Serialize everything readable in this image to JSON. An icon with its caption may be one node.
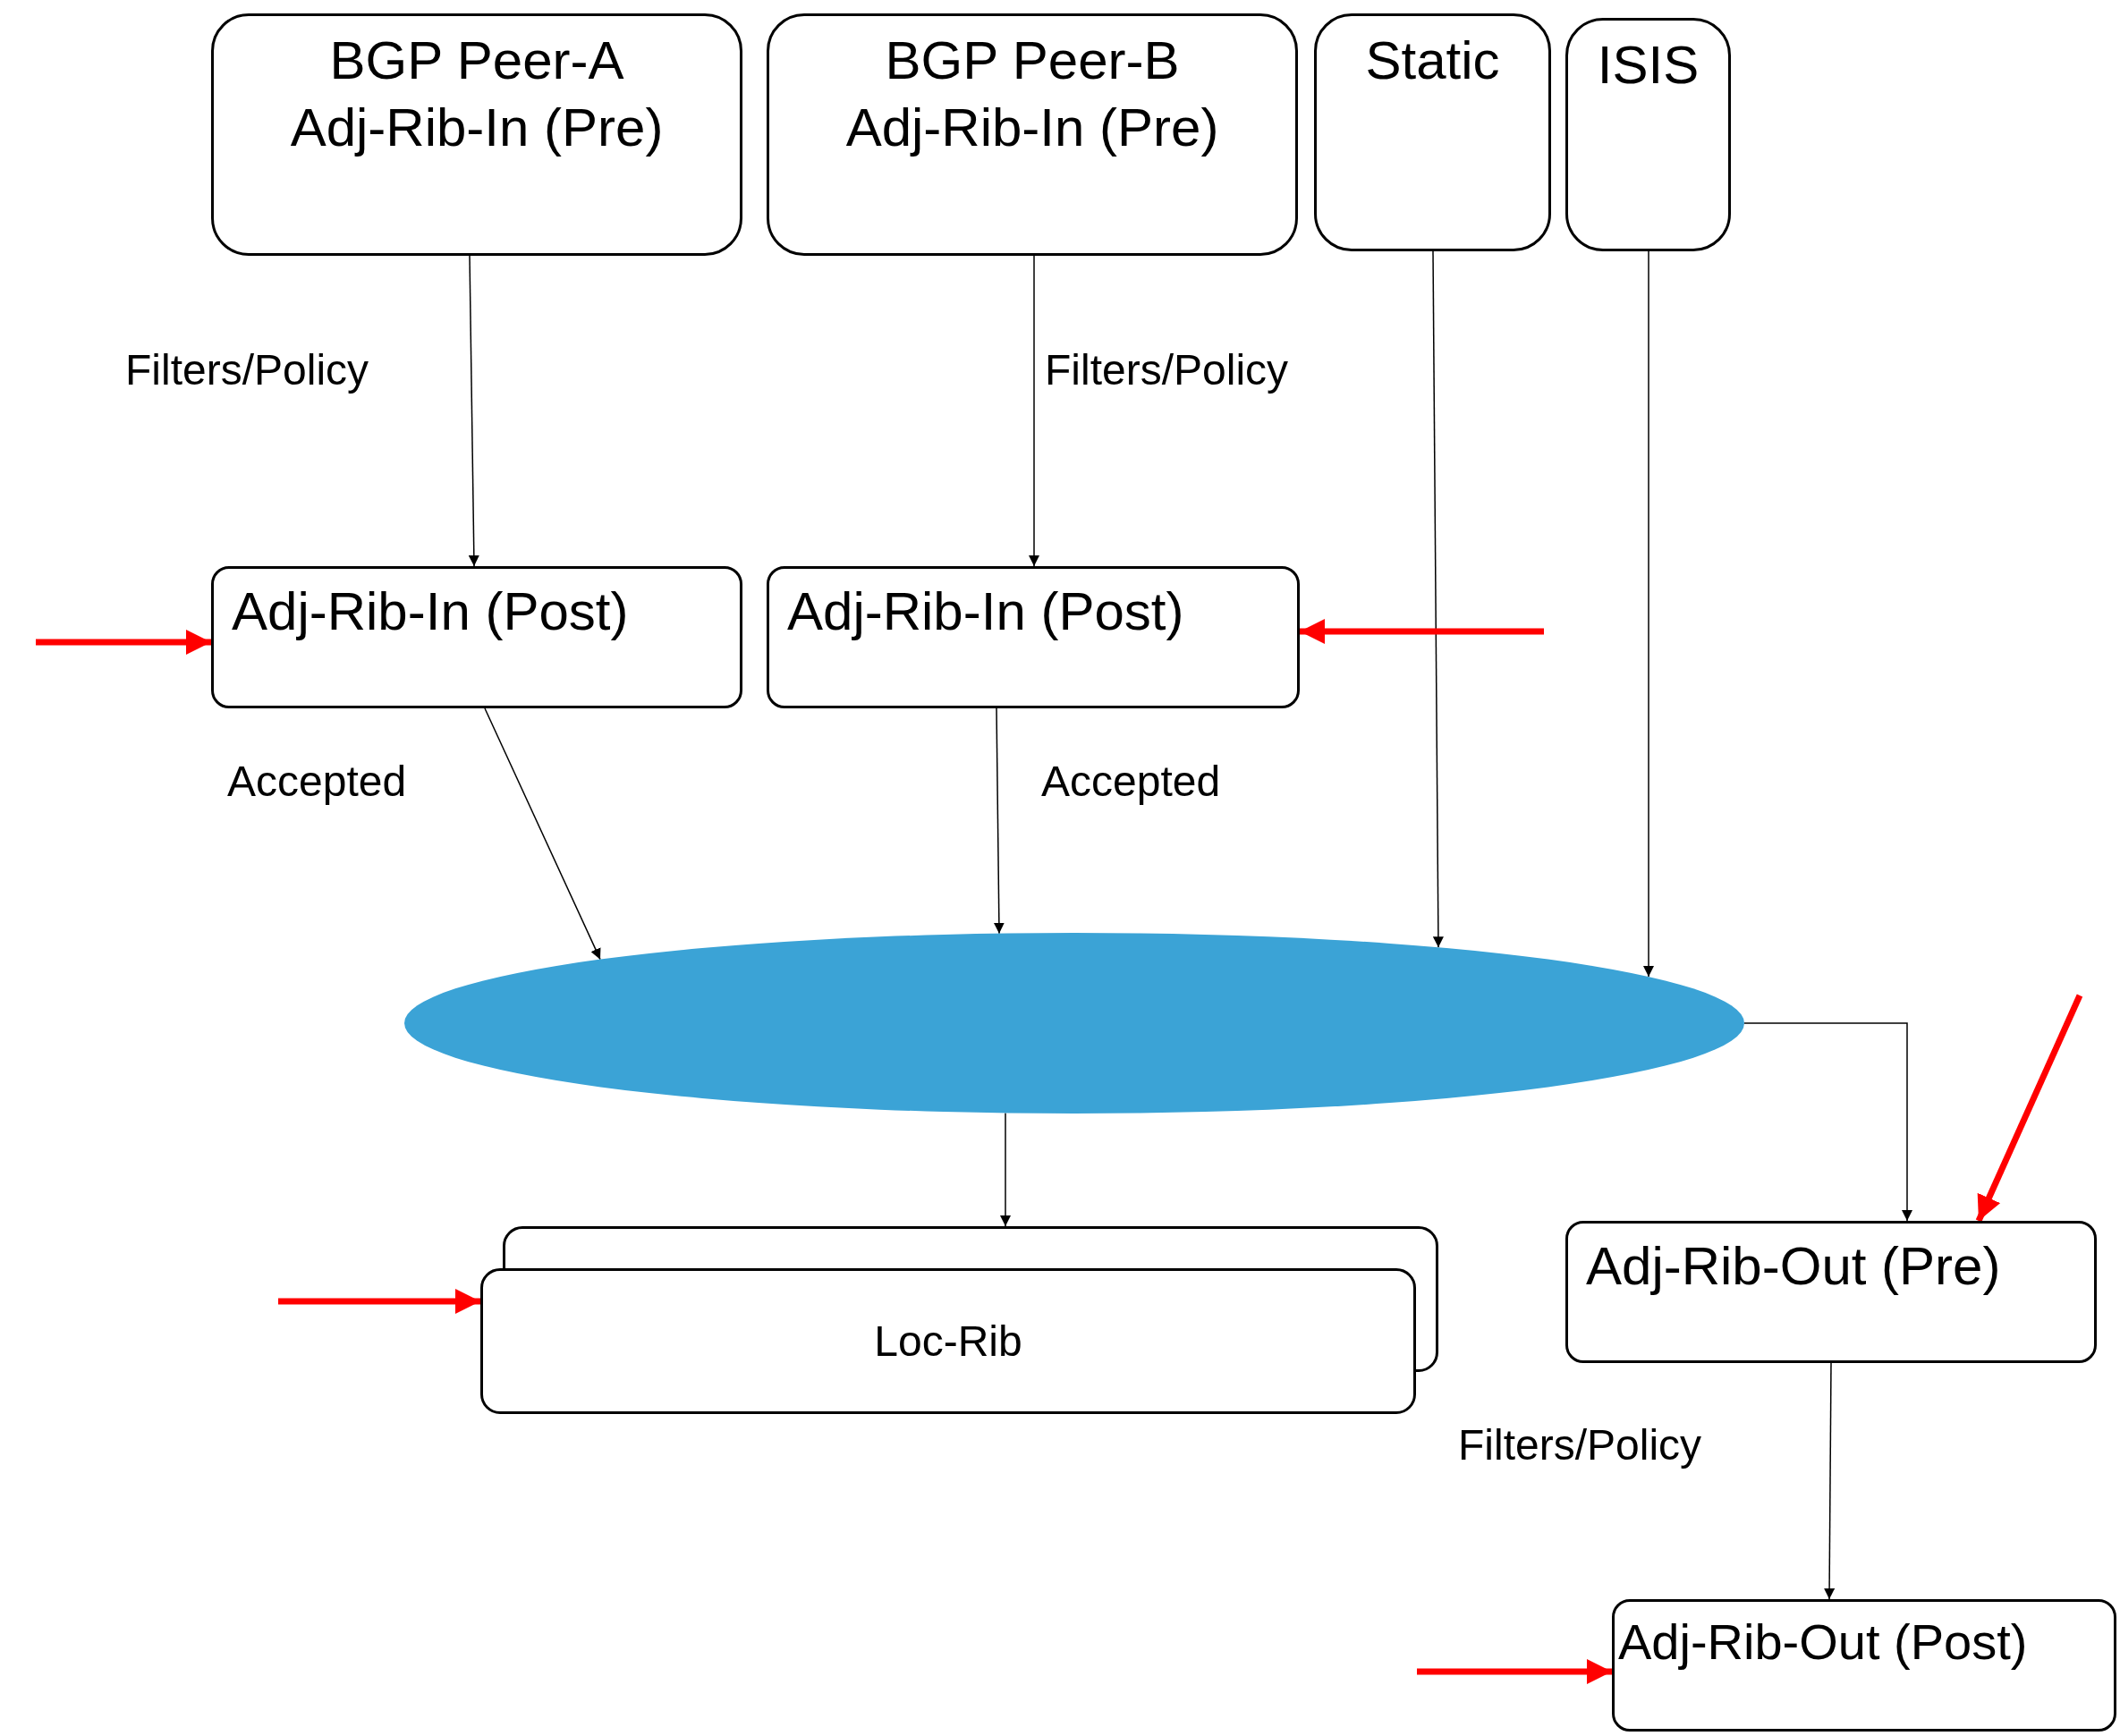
{
  "diagram": {
    "nodes": [
      {
        "text": [
          "BGP Peer-A",
          "Adj-Rib-In (Pre)"
        ]
      },
      {
        "text": [
          "BGP Peer-B",
          "Adj-Rib-In (Pre)"
        ]
      },
      {
        "text": [
          "Static"
        ]
      },
      {
        "text": [
          "ISIS"
        ]
      },
      {
        "text": [
          "Adj-Rib-In (Post)"
        ]
      },
      {
        "text": [
          "Adj-Rib-In (Post)"
        ]
      },
      {
        "text": [],
        "shape": "ellipse"
      },
      {
        "text": [
          "Loc-Rib"
        ]
      },
      {
        "text": [
          "Adj-Rib-Out (Pre)"
        ]
      },
      {
        "text": [
          "Adj-Rib-Out (Post)"
        ]
      }
    ],
    "edges": [
      {
        "from": 0,
        "to": 4,
        "arrow": "to",
        "label": "Filters/Policy"
      },
      {
        "from": 1,
        "to": 5,
        "arrow": "to",
        "label": "Filters/Policy"
      },
      {
        "from": 4,
        "to": 6,
        "arrow": "to",
        "label": "Accepted"
      },
      {
        "from": 5,
        "to": 6,
        "arrow": "to",
        "label": "Accepted"
      },
      {
        "from": 2,
        "to": 6,
        "arrow": "to"
      },
      {
        "from": 3,
        "to": 6,
        "arrow": "to"
      },
      {
        "from": 6,
        "to": 7,
        "arrow": "to"
      },
      {
        "from": 6,
        "to": 8,
        "arrow": "to"
      },
      {
        "from": 8,
        "to": 9,
        "arrow": "to",
        "label": "Filters/Policy"
      },
      {
        "from": null,
        "to": 4,
        "arrow": "to",
        "style": "thick",
        "color": "#ff0000"
      },
      {
        "from": null,
        "to": 5,
        "arrow": "to",
        "style": "thick",
        "color": "#ff0000"
      },
      {
        "from": null,
        "to": 7,
        "arrow": "to",
        "style": "thick",
        "color": "#ff0000"
      },
      {
        "from": null,
        "to": 8,
        "arrow": "to",
        "style": "thick",
        "color": "#ff0000"
      },
      {
        "from": null,
        "to": 9,
        "arrow": "to",
        "style": "thick",
        "color": "#ff0000"
      }
    ]
  }
}
